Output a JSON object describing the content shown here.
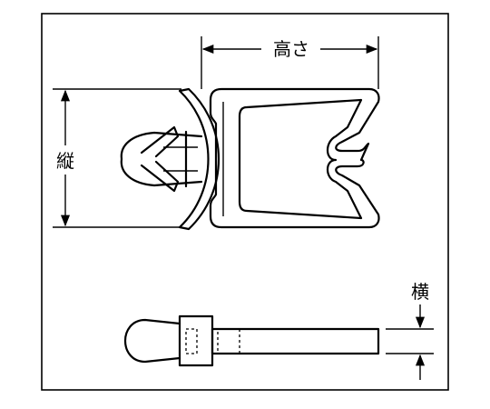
{
  "labels": {
    "height": "高さ",
    "vertical": "縦",
    "horizontal": "横"
  },
  "colors": {
    "line": "#000000",
    "background": "#ffffff"
  }
}
